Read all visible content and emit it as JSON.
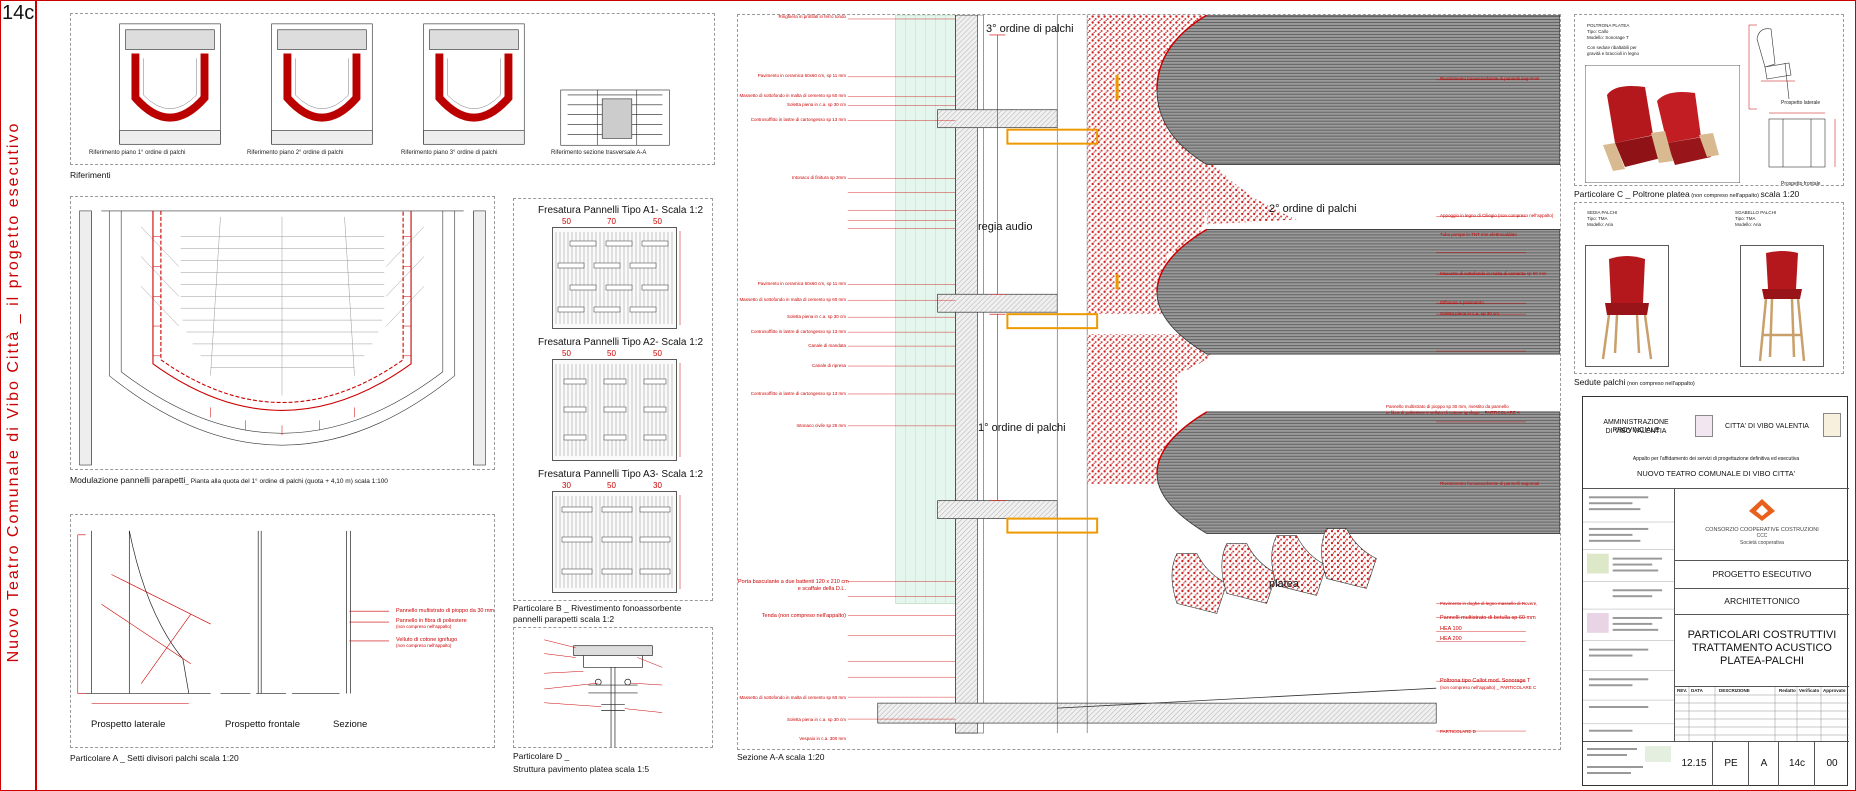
{
  "sheet": {
    "number": "14c",
    "side_title": "Nuovo Teatro Comunale di Vibo Città _ il progetto esecutivo"
  },
  "references": {
    "section_label": "Riferimenti",
    "thumbs": [
      "Riferimento piano 1° ordine di palchi",
      "Riferimento piano 2° ordine di palchi",
      "Riferimento piano 3° ordine di palchi",
      "Riferimento sezione trasversale A-A"
    ]
  },
  "plan": {
    "caption_main": "Modulazione pannelli parapetti",
    "caption_note": "_ Pianta alla quota del 1° ordine di palchi (quota + 4,10 m) scala 1:100"
  },
  "particolare_a": {
    "caption": "Particolare A _ Setti divisori palchi  scala 1:20",
    "views": [
      "Prospetto laterale",
      "Prospetto frontale",
      "Sezione"
    ],
    "notes": [
      "Pannello multistrato di pioppo da 30 mm",
      "Pannello in fibra di poliestere",
      "(non compreso nell'appalto)",
      "Velluto di cotone ignifugo",
      "(non compreso nell'appalto)"
    ]
  },
  "particolare_b": {
    "caption_line1": "Particolare B _ Rivestimento fonoassorbente",
    "caption_line2": "pannelli parapetti scala 1:2",
    "panels": [
      {
        "title": "Fresatura Pannelli Tipo A1- Scala 1:2",
        "dims": [
          "50",
          "70",
          "50"
        ]
      },
      {
        "title": "Fresatura Pannelli Tipo A2- Scala 1:2",
        "dims": [
          "50",
          "50",
          "50"
        ]
      },
      {
        "title": "Fresatura Pannelli Tipo A3- Scala 1:2",
        "dims": [
          "30",
          "50",
          "30"
        ]
      }
    ]
  },
  "particolare_d": {
    "caption_line1": "Particolare D _",
    "caption_line2": "Struttura pavimento platea scala 1:5"
  },
  "section": {
    "caption": "Sezione A-A scala 1:20",
    "labels": {
      "order3": "3° ordine di palchi",
      "order2": "2° ordine di palchi",
      "order1": "1° ordine di palchi",
      "regia": "regia audio",
      "platea": "platea"
    },
    "left_notes": [
      "Ringhiera in profilati in ferro tondo",
      "Pavimento in ceramica 60x60 cm, sp 11 mm",
      "Massetto di sottofondo in malta di cemento sp 60 mm",
      "Soletta piena in c.a. sp 30 cm",
      "Controsoffitto in lastre di cartongesso sp 13 mm",
      "Intonaco di finitura sp 3mm",
      "Pavimento in ceramica 60x60 cm, sp 11 mm",
      "Massetto di sottofondo in malta di cemento sp 60 mm",
      "Soletta piena in c.a. sp 30 cm",
      "Controsoffitto in lastre di cartongesso sp 13 mm",
      "Canale di mandata",
      "Canale di ripresa",
      "Controsoffitto in lastre di cartongesso sp 13 mm",
      "Intonaco civile sp 25 mm",
      "Porta basculante a due battenti 120 x 210 cm",
      "e scaffale della D.L.",
      "Tenda (non compreso nell'appalto)",
      "Massetto di sottofondo in malta di cemento sp 60 mm",
      "Soletta piena in c.a. sp 30 cm",
      "Vespaio in c.a. 300 mm"
    ],
    "right_notes": [
      "Rivestimento fonoassorbente di pannelli sagomati",
      "Appoggio in legno di Ciliegio (non compreso nell'appalto)",
      "Tubo pompe in TNT mm elettrosaldato",
      "Massetto di sottofondo in malta di cemento sp 60 mm",
      "Diffusore a pavimento",
      "Soletta piena in c.a. sp 30 cm",
      "Pannello multistrato di pioppo sp 30 mm, rivestito da pannello",
      "in fibra di poliestere e velluto di cotone ignifugo _ PARTICOLARE A",
      "Rivestimento fonoassorbente di pannelli sagomati",
      "Pavimento in doghe di legno massello di Rovere,",
      "Pannelli multistrato di betulla sp 60 mm",
      "HEA 100",
      "HEA 200",
      "Poltrona tipo Callot mod. Sonorage T",
      "(non compreso nell'appalto) _ PARTICOLARE C",
      "PARTICOLARE D"
    ]
  },
  "particolare_c": {
    "caption_main": "Particolare C _ Poltrone platea",
    "caption_note": " (non compreso nell'appalto) ",
    "caption_scale": "scala 1:20",
    "top_note": [
      "POLTRONA PLATEA",
      "Tipo: Callo",
      "Modello: Sonorage T",
      "Con sedute ribaltabili per",
      "gravità e braccioli in legno"
    ],
    "front_label": "Prospetto frontale",
    "side_label": "Prospetto laterale"
  },
  "sedute": {
    "caption_main": "Sedute palchi",
    "caption_note": " (non compreso nell'appalto)",
    "chair1": [
      "SEDIA PALCHI",
      "Tipo: TMA",
      "Modello: Aria"
    ],
    "chair2": [
      "SGABELLO PALCHI",
      "Tipo: TMA",
      "Modello: Aria"
    ]
  },
  "title_block": {
    "client_left": [
      "AMMINISTRAZIONE PROVINCIALE",
      "DI VIBO VALENTIA"
    ],
    "client_right": [
      "CITTA' DI VIBO VALENTIA"
    ],
    "project_intro": "Appalto per l'affidamento dei servizi di progettazione definitiva ed esecutiva",
    "project_name": "NUOVO TEATRO COMUNALE DI VIBO CITTA'",
    "consortium": [
      "CONSORZIO COOPERATIVE COSTRUZIONI",
      "CCC",
      "Società cooperativa"
    ],
    "phase": "PROGETTO ESECUTIVO",
    "discipline": "ARCHITETTONICO",
    "drawing_title": [
      "PARTICOLARI COSTRUTTIVI",
      "TRATTAMENTO ACUSTICO",
      "PLATEA-PALCHI"
    ],
    "codes": [
      "12.15",
      "PE",
      "A",
      "14c",
      "00"
    ],
    "table_headers": [
      "REV.",
      "DATA",
      "DESCRIZIONE",
      "Redatto",
      "Verificato",
      "Approvato"
    ]
  }
}
